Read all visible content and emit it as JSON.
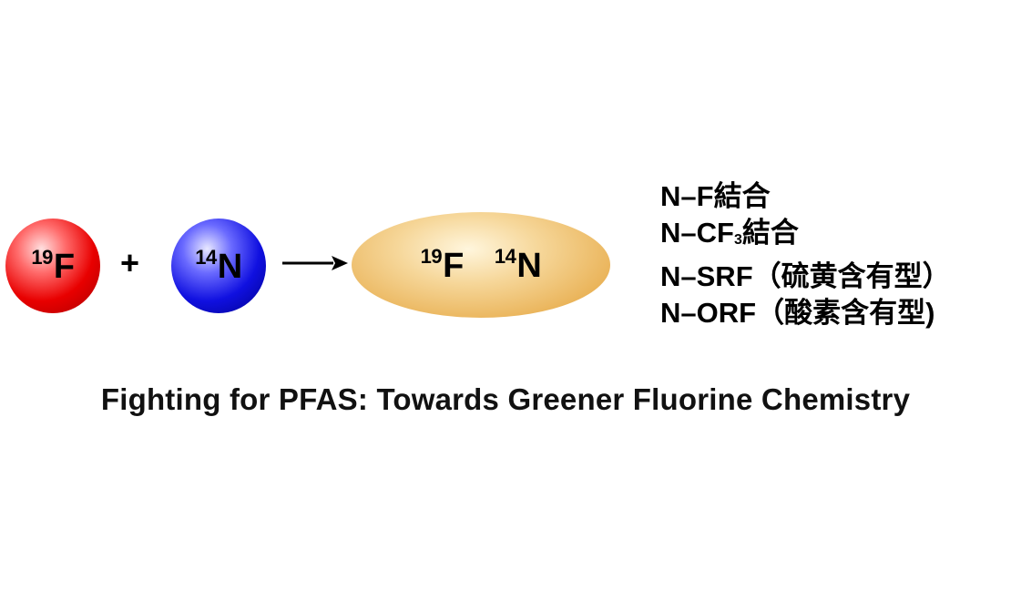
{
  "reaction": {
    "atom_f": {
      "mass": "19",
      "symbol": "F",
      "color": "#e80000"
    },
    "plus": "+",
    "atom_n": {
      "mass": "14",
      "symbol": "N",
      "color": "#1010e0"
    },
    "product": {
      "f_mass": "19",
      "f_symbol": "F",
      "n_mass": "14",
      "n_symbol": "N",
      "color": "#eab45a"
    }
  },
  "bonds": [
    {
      "text": "N–F結合"
    },
    {
      "prefix": "N–CF",
      "sub": "3",
      "suffix": "結合"
    },
    {
      "text": "N–SRF（硫黄含有型）"
    },
    {
      "text": "N–ORF（酸素含有型)"
    }
  ],
  "caption": "Fighting for PFAS: Towards Greener Fluorine Chemistry"
}
